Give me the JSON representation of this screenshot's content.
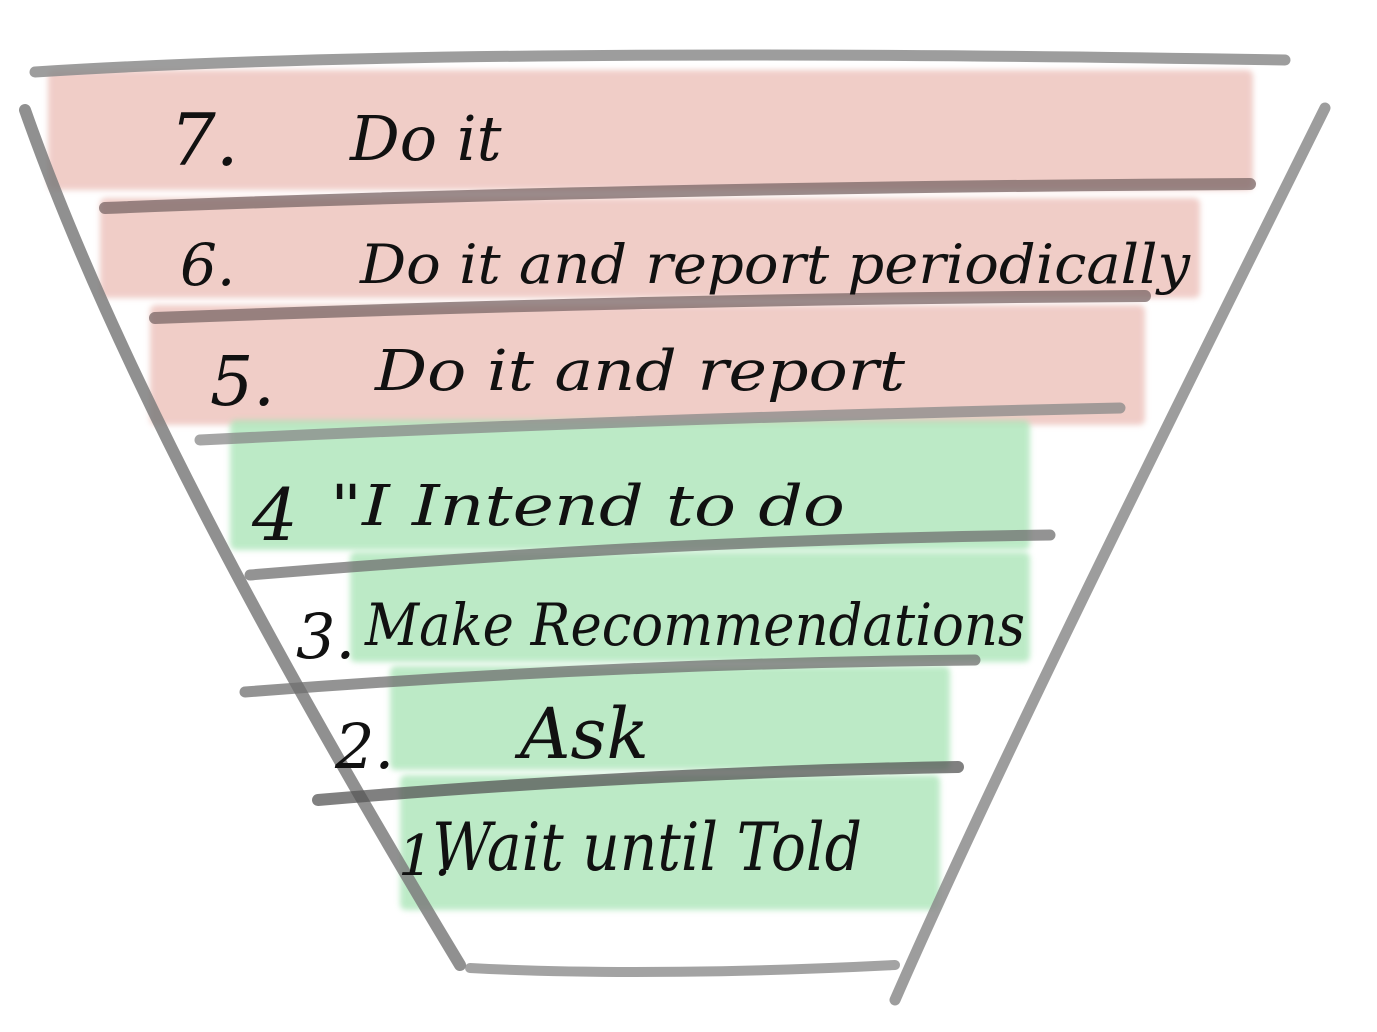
{
  "colors": {
    "red_band": "#efc8c2",
    "green_band": "#a6e4b4",
    "stroke": "#8a8a8a",
    "divider": "#7a6a6a",
    "ink": "#111111"
  },
  "levels": [
    {
      "number": "7.",
      "label": "Do it",
      "tone": "red"
    },
    {
      "number": "6.",
      "label": "Do it and report periodically",
      "tone": "red"
    },
    {
      "number": "5.",
      "label": "Do it and report",
      "tone": "red"
    },
    {
      "number": "4",
      "label": "\"I Intend to do",
      "tone": "green"
    },
    {
      "number": "3.",
      "label": "Make Recommendations",
      "tone": "green"
    },
    {
      "number": "2.",
      "label": "Ask",
      "tone": "green"
    },
    {
      "number": "1.",
      "label": "Wait until Told",
      "tone": "green"
    }
  ]
}
